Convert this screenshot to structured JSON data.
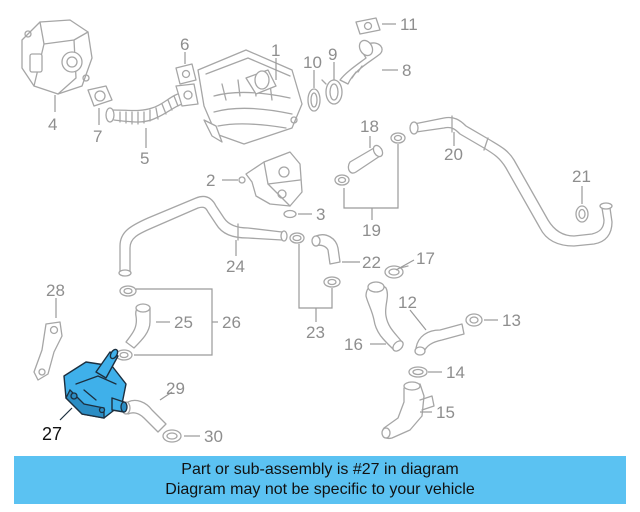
{
  "callouts": [
    {
      "id": "1",
      "label": "1"
    },
    {
      "id": "2",
      "label": "2"
    },
    {
      "id": "3",
      "label": "3"
    },
    {
      "id": "4",
      "label": "4"
    },
    {
      "id": "5",
      "label": "5"
    },
    {
      "id": "6",
      "label": "6"
    },
    {
      "id": "7",
      "label": "7"
    },
    {
      "id": "8",
      "label": "8"
    },
    {
      "id": "9",
      "label": "9"
    },
    {
      "id": "10",
      "label": "10"
    },
    {
      "id": "11",
      "label": "11"
    },
    {
      "id": "12",
      "label": "12"
    },
    {
      "id": "13",
      "label": "13"
    },
    {
      "id": "14",
      "label": "14"
    },
    {
      "id": "15",
      "label": "15"
    },
    {
      "id": "16",
      "label": "16"
    },
    {
      "id": "17",
      "label": "17"
    },
    {
      "id": "18",
      "label": "18"
    },
    {
      "id": "19",
      "label": "19"
    },
    {
      "id": "20",
      "label": "20"
    },
    {
      "id": "21",
      "label": "21"
    },
    {
      "id": "22",
      "label": "22"
    },
    {
      "id": "23",
      "label": "23"
    },
    {
      "id": "24",
      "label": "24"
    },
    {
      "id": "25",
      "label": "25"
    },
    {
      "id": "26",
      "label": "26"
    },
    {
      "id": "27",
      "label": "27"
    },
    {
      "id": "28",
      "label": "28"
    },
    {
      "id": "29",
      "label": "29"
    },
    {
      "id": "30",
      "label": "30"
    }
  ],
  "highlighted_part": "27",
  "colors": {
    "highlight": "#3fb0ea",
    "banner": "#5bc2f2",
    "line_art": "#a6a6a6"
  },
  "banner": {
    "line1": "Part or sub-assembly is #27 in diagram",
    "line2": "Diagram may not be specific to your vehicle"
  }
}
